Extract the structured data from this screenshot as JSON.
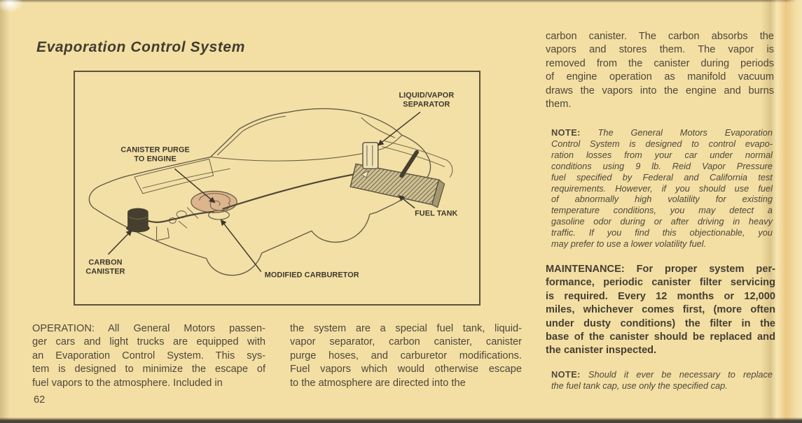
{
  "doc": {
    "title": "Evaporation Control System",
    "page_number": "62"
  },
  "colors": {
    "paper": "#f3dfa3",
    "ink": "#4e463b",
    "diagram_line": "#665c46",
    "tank_dark": "#4c4636",
    "air_cleaner_tan": "#d8ad87"
  },
  "diagram": {
    "description": "Line drawing of a car (ghost view) showing Evaporation Control System components",
    "labels": [
      {
        "id": "canister-purge",
        "line1": "CANISTER PURGE",
        "line2": "TO ENGINE"
      },
      {
        "id": "liquid-vapor-separator",
        "line1": "LIQUID/VAPOR",
        "line2": "SEPARATOR"
      },
      {
        "id": "fuel-tank",
        "line1": "FUEL TANK"
      },
      {
        "id": "carbon-canister",
        "line1": "CARBON",
        "line2": "CANISTER"
      },
      {
        "id": "modified-carburetor",
        "line1": "MODIFIED CARBURETOR"
      }
    ]
  },
  "text": {
    "operation": {
      "lines": [
        "OPERATION: All General Motors passen-",
        "ger cars and light trucks are equipped with",
        "an Evaporation Control System. This sys-",
        "tem is designed to minimize the escape of",
        "fuel vapors to the atmosphere. Included in"
      ]
    },
    "operation_cont": {
      "lines": [
        "the system are a special fuel tank, liquid-",
        "vapor separator, carbon canister, canister",
        "purge hoses, and carburetor modifications.",
        "Fuel vapors which would otherwise escape",
        "to the atmosphere are directed into the"
      ]
    },
    "carbon": {
      "lines": [
        "carbon canister. The carbon absorbs the",
        "vapors and stores them. The vapor is",
        "removed from the canister during periods",
        "of engine operation as manifold vacuum",
        "draws the vapors into the engine and burns",
        "them."
      ]
    },
    "note1": {
      "lines": [
        "NOTE: The General Motors Evaporation",
        "Control System is designed to control evapo-",
        "ration losses from your car under normal",
        "conditions using 9 lb. Reid Vapor Pressure",
        "fuel specified by Federal and California test",
        "requirements. However, if you should use fuel",
        "of abnormally high volatility for existing",
        "temperature conditions, you may detect a",
        "gasoline odor during or after driving in heavy",
        "traffic. If you find this objectionable, you",
        "may prefer to use a lower volatility fuel."
      ]
    },
    "maintenance": {
      "lines": [
        "MAINTENANCE: For proper system per-",
        "formance, periodic canister filter servicing",
        "is required. Every 12 months or 12,000",
        "miles, whichever comes first, (more often",
        "under dusty conditions) the filter in the",
        "base of the canister should be replaced and",
        "the canister inspected."
      ]
    },
    "note2": {
      "lines": [
        "NOTE: Should it ever be necessary to replace",
        "the fuel tank cap, use only the specified cap."
      ]
    }
  }
}
